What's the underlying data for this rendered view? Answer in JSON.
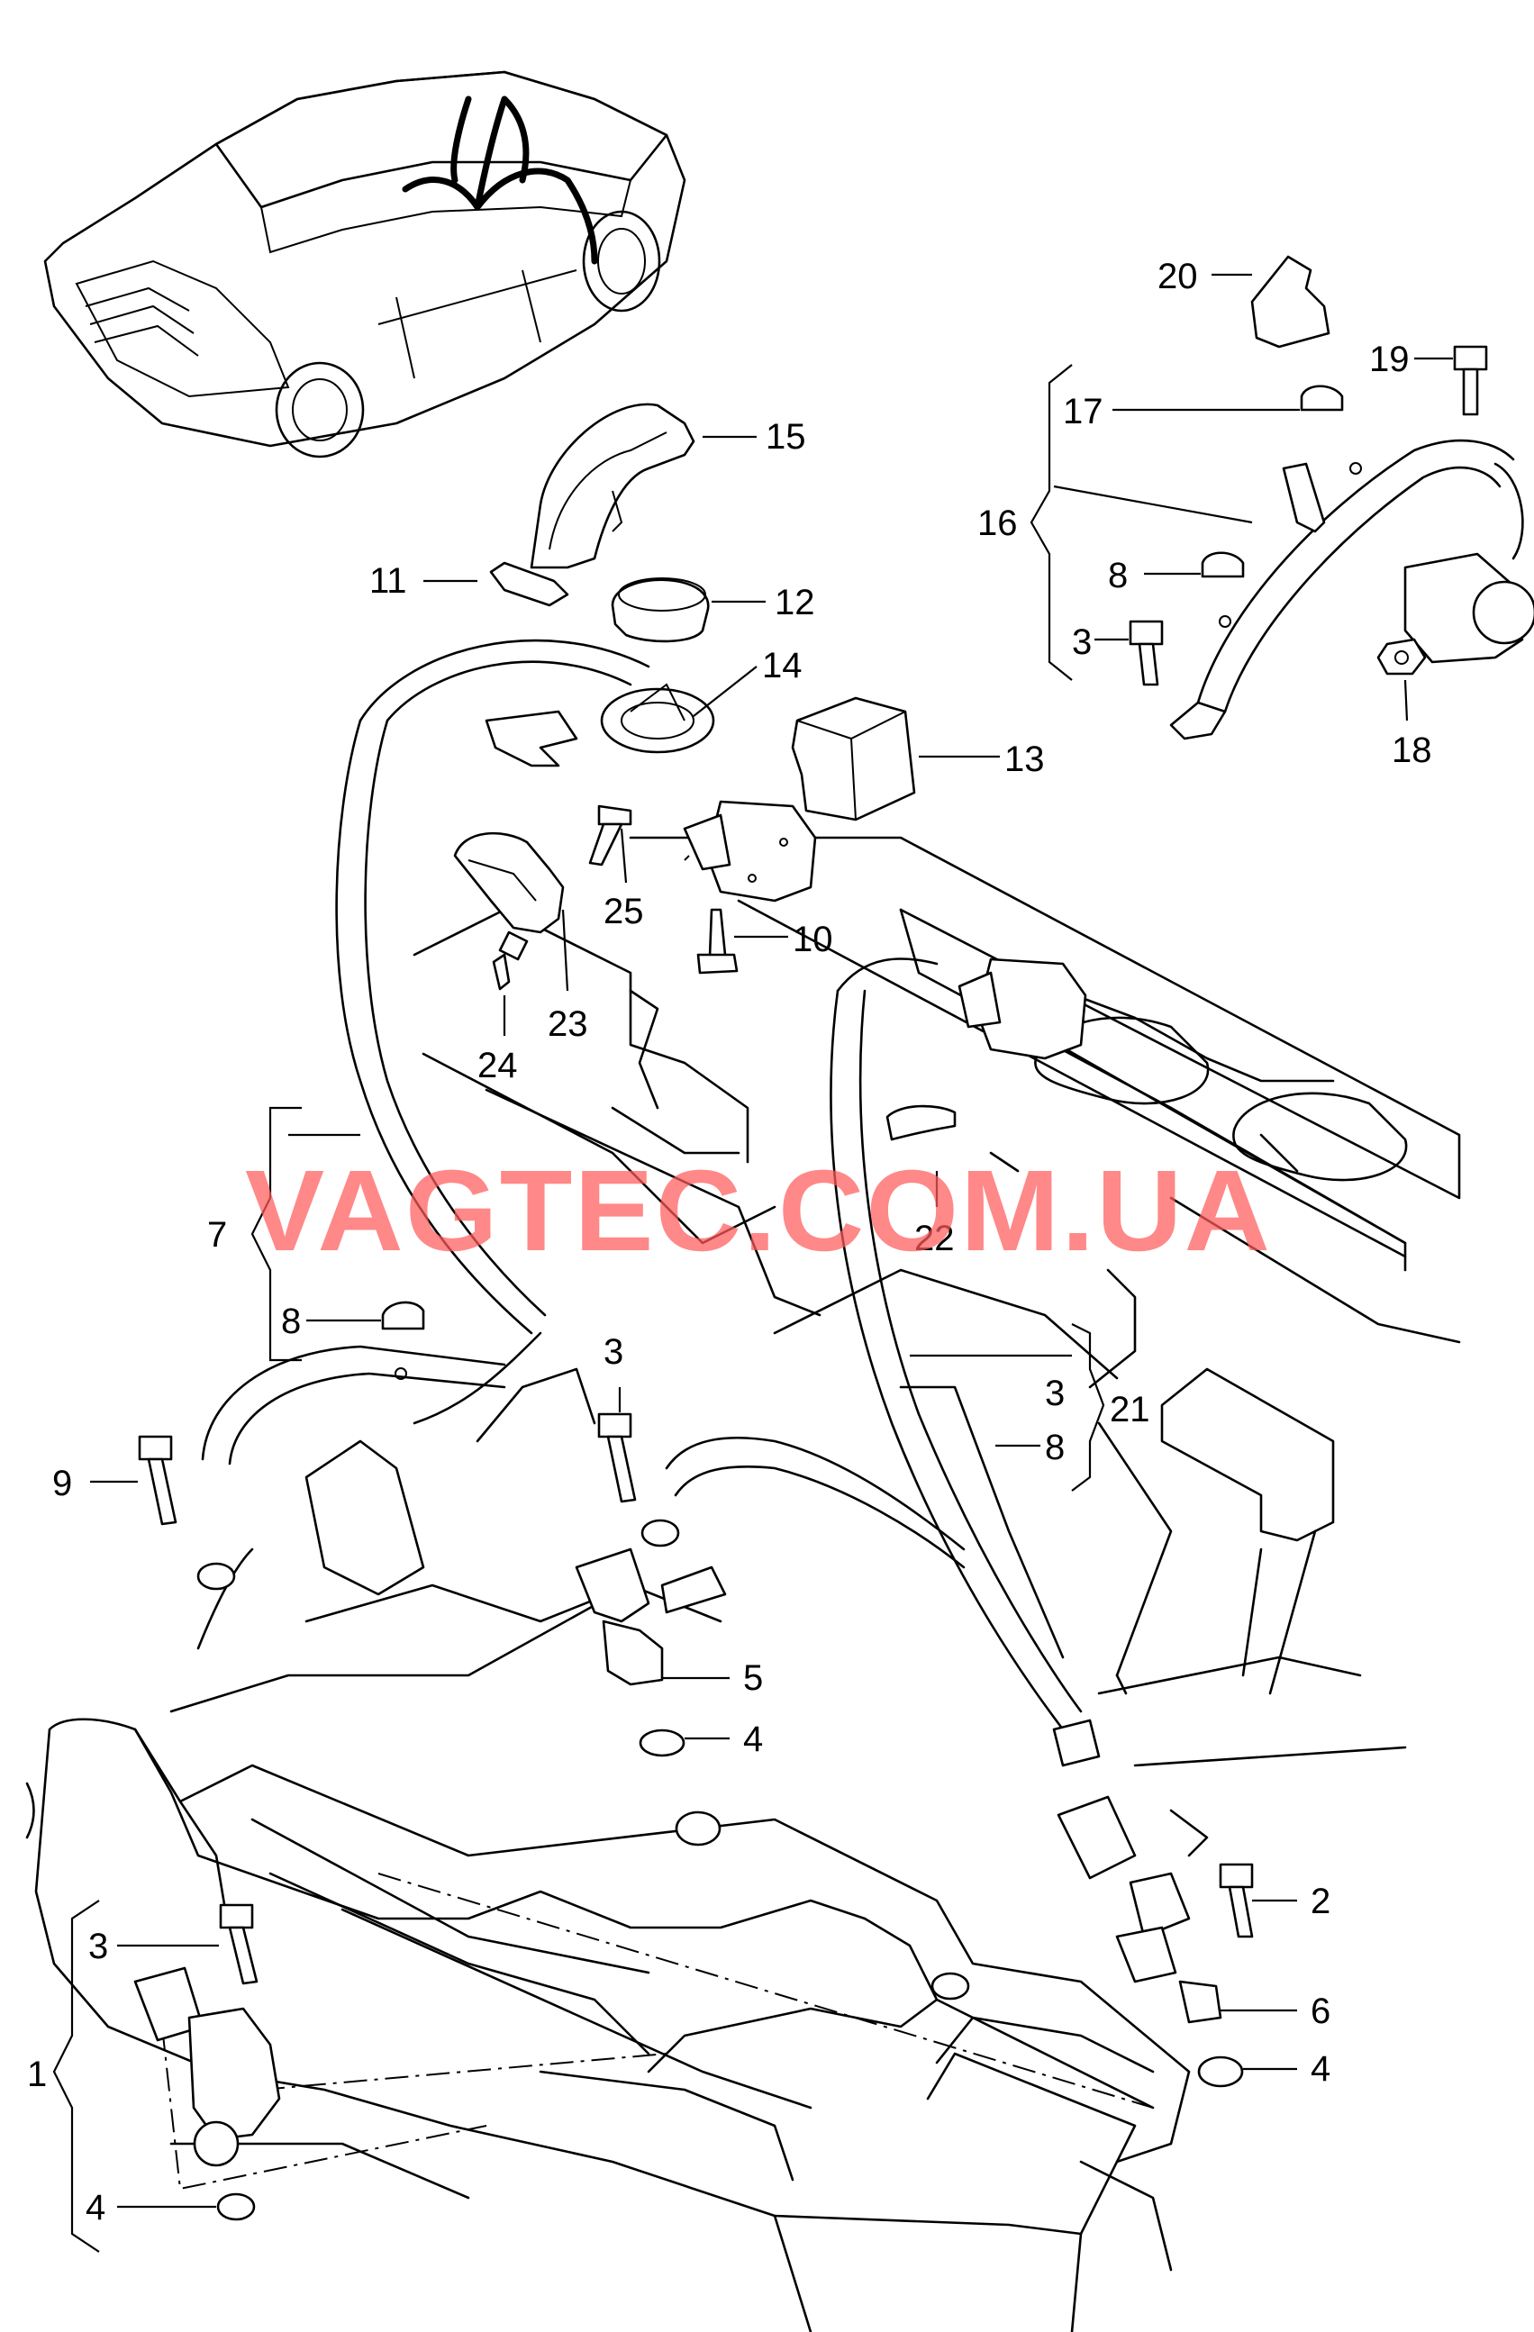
{
  "watermark": "VAGTEC.COM.UA",
  "colors": {
    "line": "#000000",
    "background": "#ffffff",
    "watermark": "#ff5a5a"
  },
  "callouts": {
    "c1": "1",
    "c2": "2",
    "c3a": "3",
    "c3b": "3",
    "c3c": "3",
    "c3d": "3",
    "c4a": "4",
    "c4b": "4",
    "c4c": "4",
    "c5": "5",
    "c6": "6",
    "c7": "7",
    "c8a": "8",
    "c8b": "8",
    "c8c": "8",
    "c9": "9",
    "c10": "10",
    "c11": "11",
    "c12": "12",
    "c13": "13",
    "c14": "14",
    "c15": "15",
    "c16": "16",
    "c17": "17",
    "c18": "18",
    "c19": "19",
    "c20": "20",
    "c21": "21",
    "c22": "22",
    "c23": "23",
    "c24": "24",
    "c25": "25"
  }
}
